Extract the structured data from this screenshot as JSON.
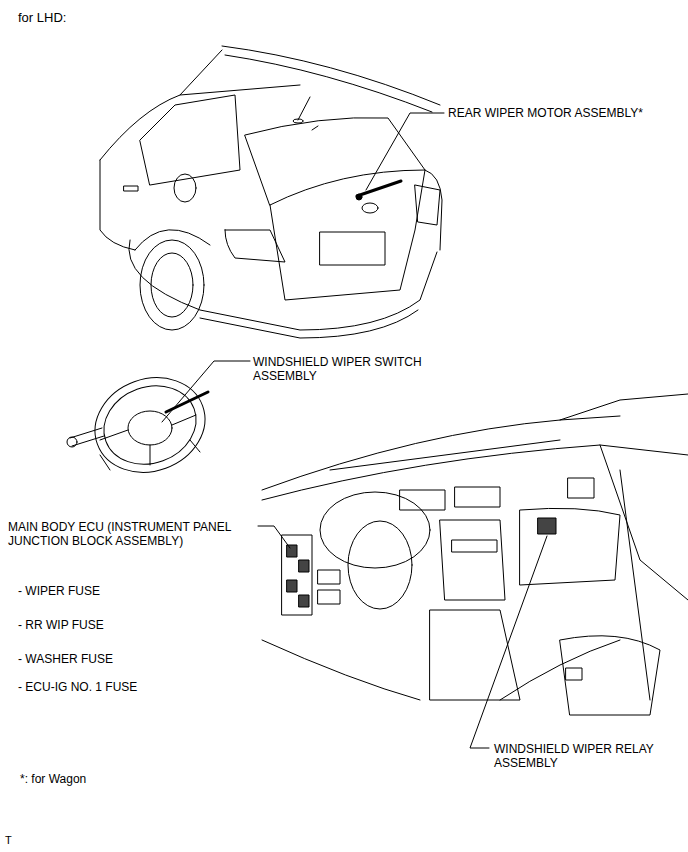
{
  "diagram": {
    "labels": [
      "for LHD:",
      "REAR WIPER MOTOR ASSEMBLY*",
      "WINDSHIELD WIPER SWITCH ASSEMBLY",
      "MAIN BODY ECU (INSTRUMENT PANEL JUNCTION BLOCK ASSEMBLY)",
      "- WIPER FUSE",
      "- RR WIP FUSE",
      "- WASHER FUSE",
      "- ECU-IG NO. 1 FUSE",
      "WINDSHIELD WIPER RELAY ASSEMBLY",
      "*: for Wagon",
      "T"
    ]
  }
}
